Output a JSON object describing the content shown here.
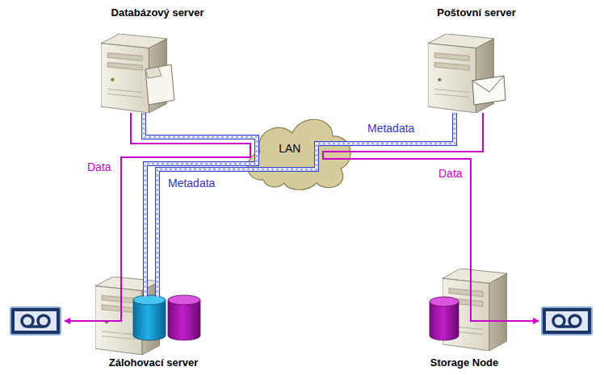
{
  "diagram": {
    "nodes": [
      {
        "text": [
          "Databázový server"
        ]
      },
      {
        "text": [
          "Poštovní server"
        ]
      },
      {
        "text": [
          "LAN"
        ]
      },
      {
        "text": [
          "Zálohovací server"
        ]
      },
      {
        "text": [
          "Storage Node"
        ]
      }
    ],
    "edges": [
      {
        "from": 0,
        "to": 3,
        "label": "Data",
        "arrow": "none"
      },
      {
        "from": 0,
        "to": 3,
        "label": "Metadata",
        "arrow": "none"
      },
      {
        "from": 1,
        "to": 3,
        "label": "Metadata",
        "arrow": "none"
      },
      {
        "from": 1,
        "to": 4,
        "label": "Data",
        "arrow": "none"
      }
    ]
  }
}
